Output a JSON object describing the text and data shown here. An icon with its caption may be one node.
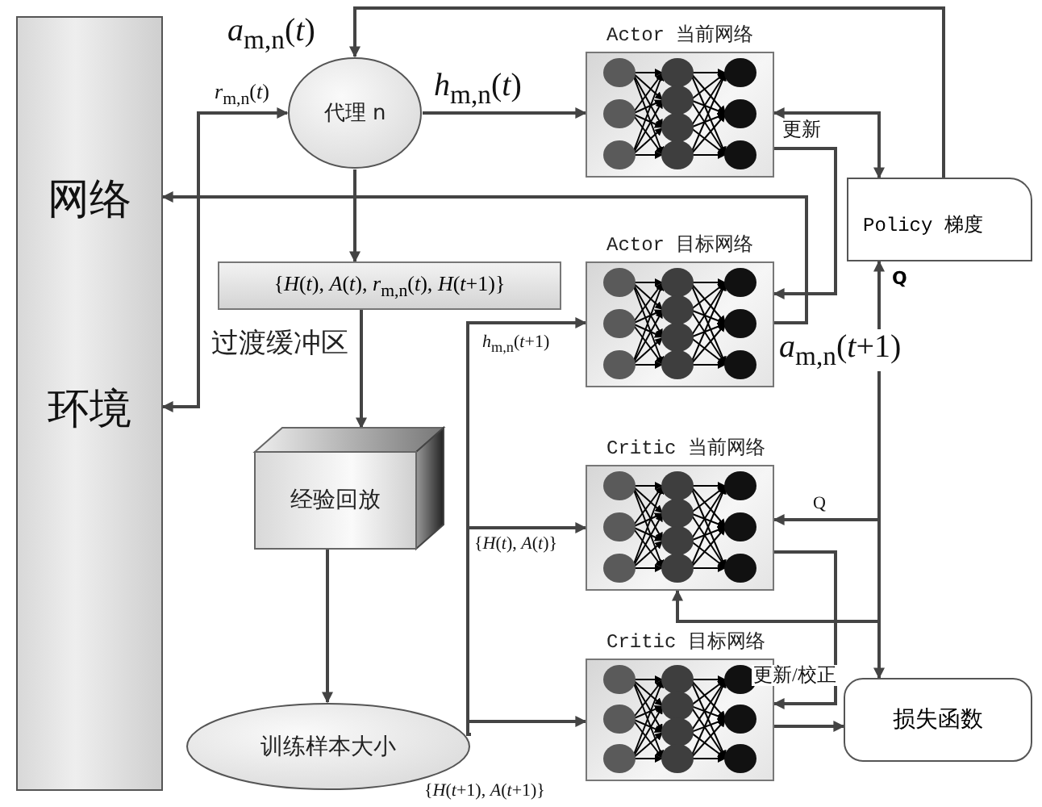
{
  "diagram": {
    "nodes": [
      {
        "text": [
          "网络",
          "环境"
        ]
      },
      {
        "text": [
          "代理 n"
        ]
      },
      {
        "text": [
          "{*H*(*t*), *A*(*t*), *r*$_{m,n}$(*t*), *H*(*t*+1)}"
        ],
        "beside": [
          "过渡缓冲区"
        ]
      },
      {
        "text": [
          "经验回放"
        ]
      },
      {
        "text": [
          "训练样本大小"
        ]
      },
      {
        "text": [
          "Actor 当前网络"
        ]
      },
      {
        "text": [
          "Policy 梯度"
        ]
      },
      {
        "text": [
          "Actor 目标网络"
        ]
      },
      {
        "text": [
          "Critic 当前网络"
        ]
      },
      {
        "text": [
          "Critic 目标网络"
        ]
      },
      {
        "text": [
          "损失函数"
        ]
      }
    ],
    "edges": [
      {
        "from": 6,
        "to": 1,
        "arrow": "to",
        "label": "*a*$_{m,n}$(*t*)"
      },
      {
        "from": 5,
        "to": 6,
        "arrow": "both",
        "label": "更新"
      },
      {
        "from": 0,
        "to": 1,
        "arrow": "both",
        "label": "*r*$_{m,n}$(*t*)"
      },
      {
        "from": 1,
        "to": 5,
        "arrow": "to",
        "label": "*h*$_{m,n}$(*t*)"
      },
      {
        "from": 7,
        "to": 0,
        "arrow": "to",
        "label": "*a*$_{m,n}$(*t*+1)"
      },
      {
        "from": 1,
        "to": 2,
        "arrow": "to"
      },
      {
        "from": 2,
        "to": 3,
        "arrow": "to"
      },
      {
        "from": 3,
        "to": 4,
        "arrow": "to"
      },
      {
        "from": 4,
        "to": 7,
        "arrow": "to",
        "label": "*h*$_{m,n}$(*t*+1)"
      },
      {
        "from": 4,
        "to": 8,
        "arrow": "to",
        "label": "{*H*(*t*), *A*(*t*)}"
      },
      {
        "from": 4,
        "to": 9,
        "arrow": "to",
        "label": "{*H*(*t*+1), *A*(*t*+1)}"
      },
      {
        "from": 5,
        "to": 7,
        "arrow": "to"
      },
      {
        "from": 8,
        "to": 6,
        "arrow": "both",
        "label": "Q"
      },
      {
        "from": 8,
        "to": 10,
        "arrow": "to"
      },
      {
        "from": 10,
        "to": 8,
        "arrow": "to"
      },
      {
        "from": 8,
        "to": 9,
        "arrow": "to",
        "label": "更新/校正"
      },
      {
        "from": 9,
        "to": 10,
        "arrow": "to"
      }
    ],
    "labels": [
      "Q"
    ]
  }
}
